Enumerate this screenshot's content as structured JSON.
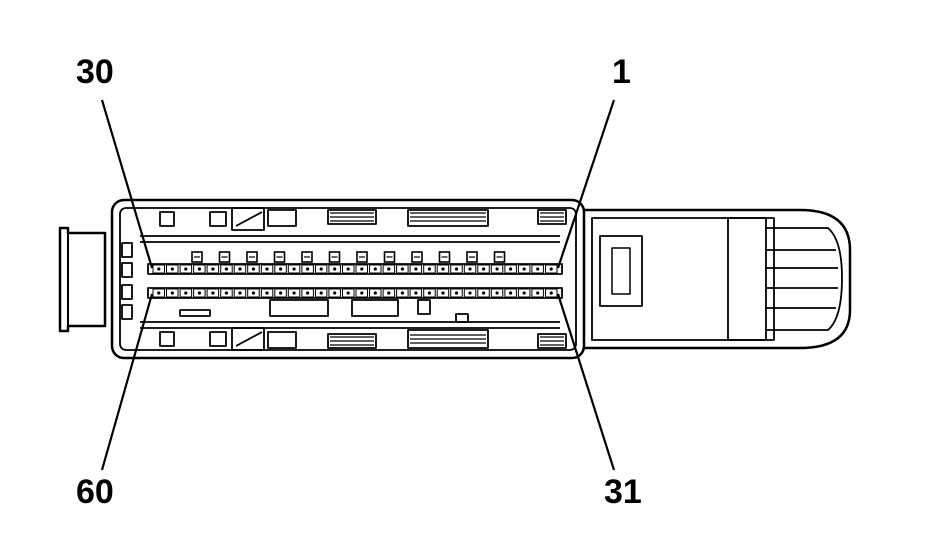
{
  "labels": {
    "top_left": "30",
    "top_right": "1",
    "bottom_left": "60",
    "bottom_right": "31"
  },
  "pin_rows": {
    "upper": {
      "first_pin": 30,
      "last_pin": 1,
      "count": 30
    },
    "lower": {
      "first_pin": 60,
      "last_pin": 31,
      "count": 30
    }
  },
  "colors": {
    "stroke": "#000000",
    "background": "#ffffff"
  }
}
